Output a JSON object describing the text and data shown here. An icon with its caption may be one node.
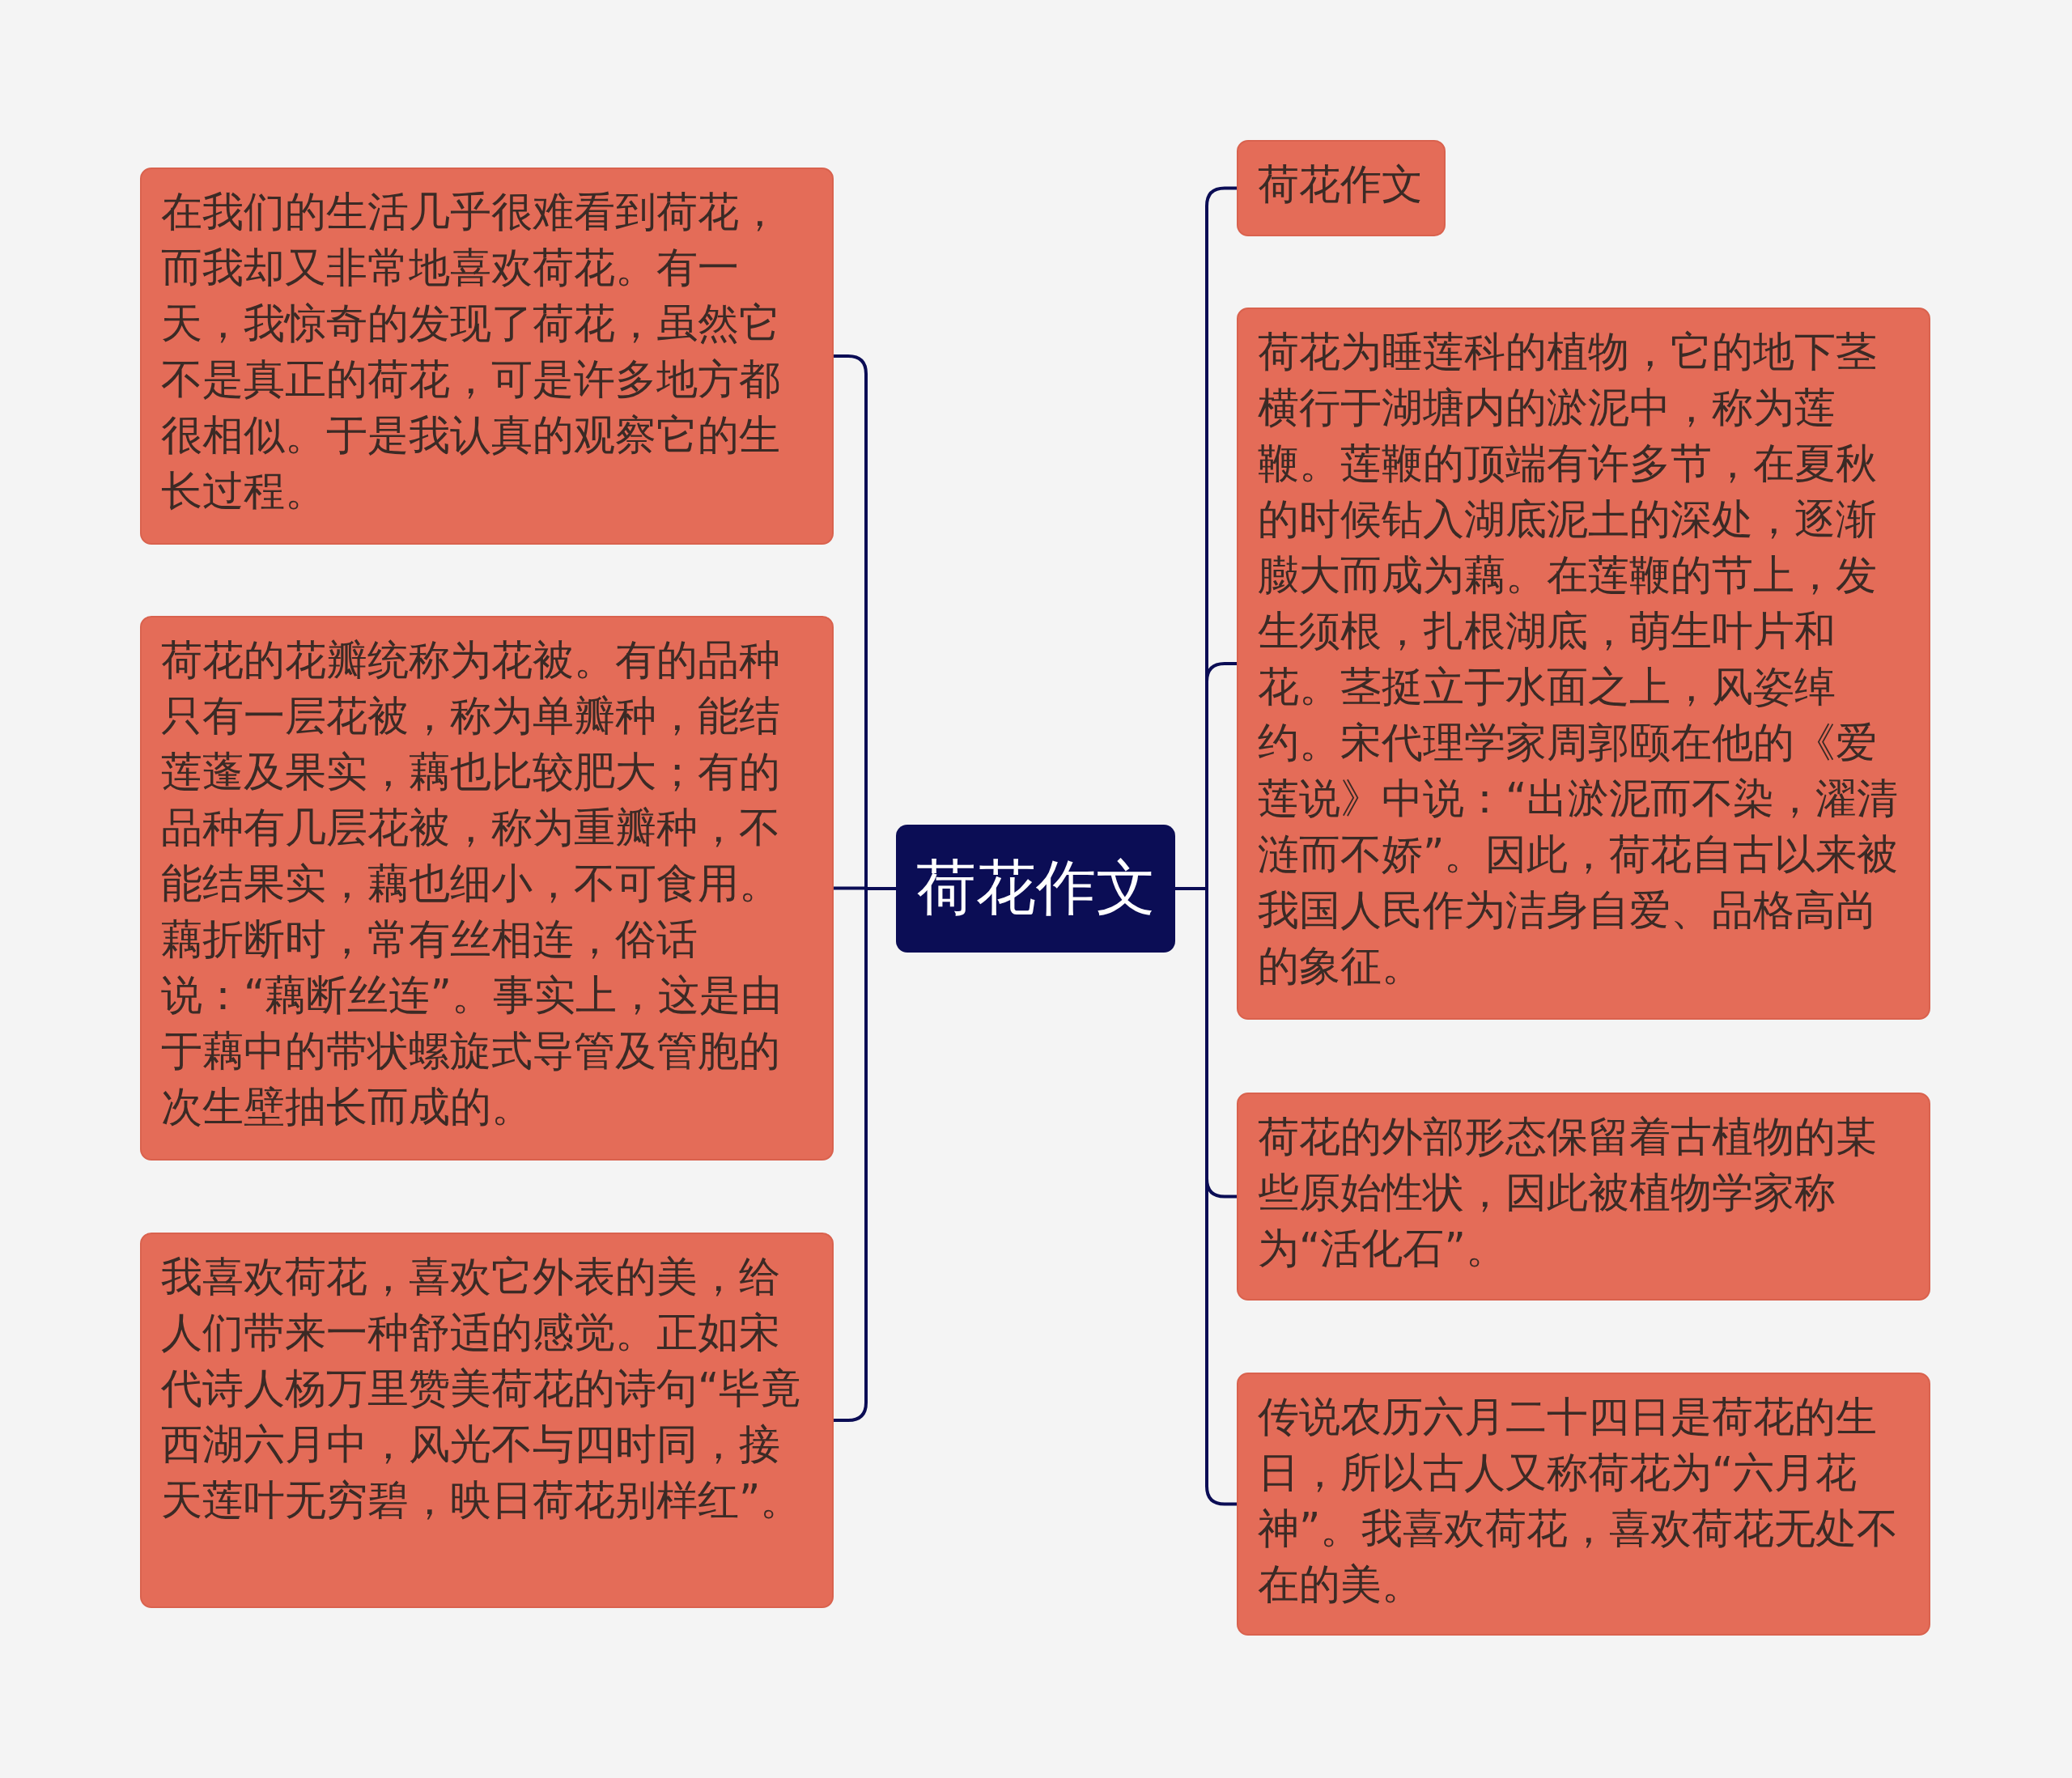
{
  "diagram": {
    "nodes": [
      {
        "text": [
          "荷花作文"
        ]
      },
      {
        "text": [
          "在我们的生活几乎很难看到荷花，而我却又非常地喜欢荷花。有一天，我惊奇的发现了荷花，虽然它不是真正的荷花，可是许多地方都很相似。于是我认真的观察它的生长过程。"
        ]
      },
      {
        "text": [
          "荷花的花瓣统称为花被。有的品种只有一层花被，称为单瓣种，能结莲蓬及果实，藕也比较肥大；有的品种有几层花被，称为重瓣种，不能结果实，藕也细小，不可食用。藕折断时，常有丝相连，俗话说：“藕断丝连”。事实上，这是由于藕中的带状螺旋式导管及管胞的次生壁抽长而成的。"
        ]
      },
      {
        "text": [
          "我喜欢荷花，喜欢它外表的美，给人们带来一种舒适的感觉。正如宋代诗人杨万里赞美荷花的诗句“毕竟西湖六月中，风光不与四时同，接天莲叶无穷碧，映日荷花别样红”。"
        ]
      },
      {
        "text": [
          "荷花作文"
        ]
      },
      {
        "text": [
          "荷花为睡莲科的植物，它的地下茎横行于湖塘内的淤泥中，称为莲鞭。莲鞭的顶端有许多节，在夏秋的时候钻入湖底泥土的深处，逐渐臌大而成为藕。在莲鞭的节上，发生须根，扎根湖底，萌生叶片和花。茎挺立于水面之上，风姿绰约。宋代理学家周郭颐在他的《爱莲说》中说：“出淤泥而不染，濯清涟而不娇”。因此，荷花自古以来被我国人民作为洁身自爱、品格高尚的象征。"
        ]
      },
      {
        "text": [
          "荷花的外部形态保留着古植物的某些原始性状，因此被植物学家称为“活化石”。"
        ]
      },
      {
        "text": [
          "传说农历六月二十四日是荷花的生日，所以古人又称荷花为“六月花神”。我喜欢荷花，喜欢荷花无处不在的美。"
        ]
      }
    ],
    "edges": [
      {
        "from": 0,
        "to": 1,
        "arrow": "none"
      },
      {
        "from": 0,
        "to": 2,
        "arrow": "none"
      },
      {
        "from": 0,
        "to": 3,
        "arrow": "none"
      },
      {
        "from": 0,
        "to": 4,
        "arrow": "none"
      },
      {
        "from": 0,
        "to": 5,
        "arrow": "none"
      },
      {
        "from": 0,
        "to": 6,
        "arrow": "none"
      },
      {
        "from": 0,
        "to": 7,
        "arrow": "none"
      }
    ]
  }
}
